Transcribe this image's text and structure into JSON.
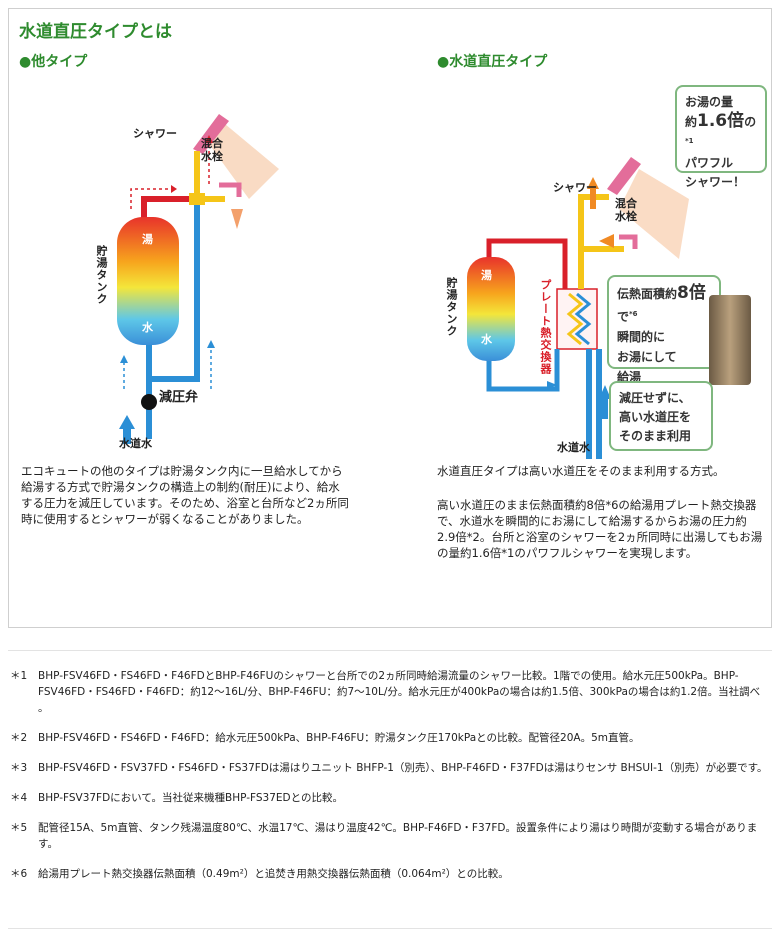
{
  "page_title": "水道直圧タイプとは",
  "left": {
    "heading": "●他タイプ",
    "labels": {
      "shower": "シャワー",
      "mixing_valve": "混合\n水栓",
      "tank": "貯湯タンク",
      "tank_hot": "湯",
      "tank_water": "水",
      "pressure_valve": "減圧弁",
      "water_supply": "水道水"
    },
    "description": "エコキュートの他のタイプは貯湯タンク内に一旦給水してから給湯する方式で貯湯タンクの構造上の制約(耐圧)により、給水する圧力を減圧しています。そのため、浴室と台所など2ヵ所同時に使用するとシャワーが弱くなることがありました。"
  },
  "right": {
    "heading": "●水道直圧タイプ",
    "labels": {
      "shower": "シャワー",
      "mixing_valve": "混合\n水栓",
      "tank": "貯湯タンク",
      "tank_hot": "湯",
      "tank_water": "水",
      "plate_hx": "プレート熱交換器",
      "water_supply": "水道水"
    },
    "bubble_top": {
      "line1": "お湯の量",
      "line2a": "約",
      "line2b": "1.6倍",
      "line2c": "の",
      "mark": "*1",
      "line3": "パワフル",
      "line4": "シャワー！"
    },
    "bubble_mid": {
      "line1a": "伝熱面積約",
      "line1b": "8倍",
      "line1c": "で",
      "mark": "*6",
      "line2": "瞬間的に",
      "line3": "お湯にして",
      "line4": "給湯"
    },
    "bubble_low": {
      "line1": "減圧せずに、",
      "line2": "高い水道圧を",
      "line3": "そのまま利用"
    },
    "description_1": "水道直圧タイプは高い水道圧をそのまま利用する方式。",
    "description_2": "高い水道圧のまま伝熱面積約8倍*6の給湯用プレート熱交換器で、水道水を瞬間的にお湯にして給湯するからお湯の圧力約2.9倍*2。台所と浴室のシャワーを2ヵ所同時に出湯してもお湯の量約1.6倍*1のパワフルシャワーを実現します。"
  },
  "notes": [
    {
      "mark": "＊1",
      "text": "BHP-FSV46FD・FS46FD・F46FDとBHP-F46FUのシャワーと台所での2ヵ所同時給湯流量のシャワー比較。1階での使用。給水元圧500kPa。BHP-FSV46FD・FS46FD・F46FD：約12～16L/分、BHP-F46FU：約7～10L/分。給水元圧が400kPaの場合は約1.5倍、300kPaの場合は約1.2倍。当社調べ 。"
    },
    {
      "mark": "＊2",
      "text": "BHP-FSV46FD・FS46FD・F46FD：給水元圧500kPa、BHP-F46FU：貯湯タンク圧170kPaとの比較。配管径20A。5m直管。"
    },
    {
      "mark": "＊3",
      "text": "BHP-FSV46FD・FSV37FD・FS46FD・FS37FDは湯はりユニット BHFP-1（別売）、BHP-F46FD・F37FDは湯はりセンサ BHSUI-1（別売）が必要です。"
    },
    {
      "mark": "＊4",
      "text": "BHP-FSV37FDにおいて。当社従来機種BHP-FS37EDとの比較。"
    },
    {
      "mark": "＊5",
      "text": "配管径15A、5m直管、タンク残湯温度80℃、水温17℃、湯はり温度42℃。BHP-F46FD・F37FD。設置条件により湯はり時間が変動する場合があります。"
    },
    {
      "mark": "＊6",
      "text": "給湯用プレート熱交換器伝熱面積（0.49m²）と追焚き用熱交換器伝熱面積（0.064m²）との比較。"
    }
  ],
  "colors": {
    "heading_green": "#2e8b2e",
    "hot_pipe": "#d9202a",
    "cold_pipe": "#2b8fd6",
    "mixed_pipe": "#f5c518",
    "shower_head": "#e36d9a"
  }
}
